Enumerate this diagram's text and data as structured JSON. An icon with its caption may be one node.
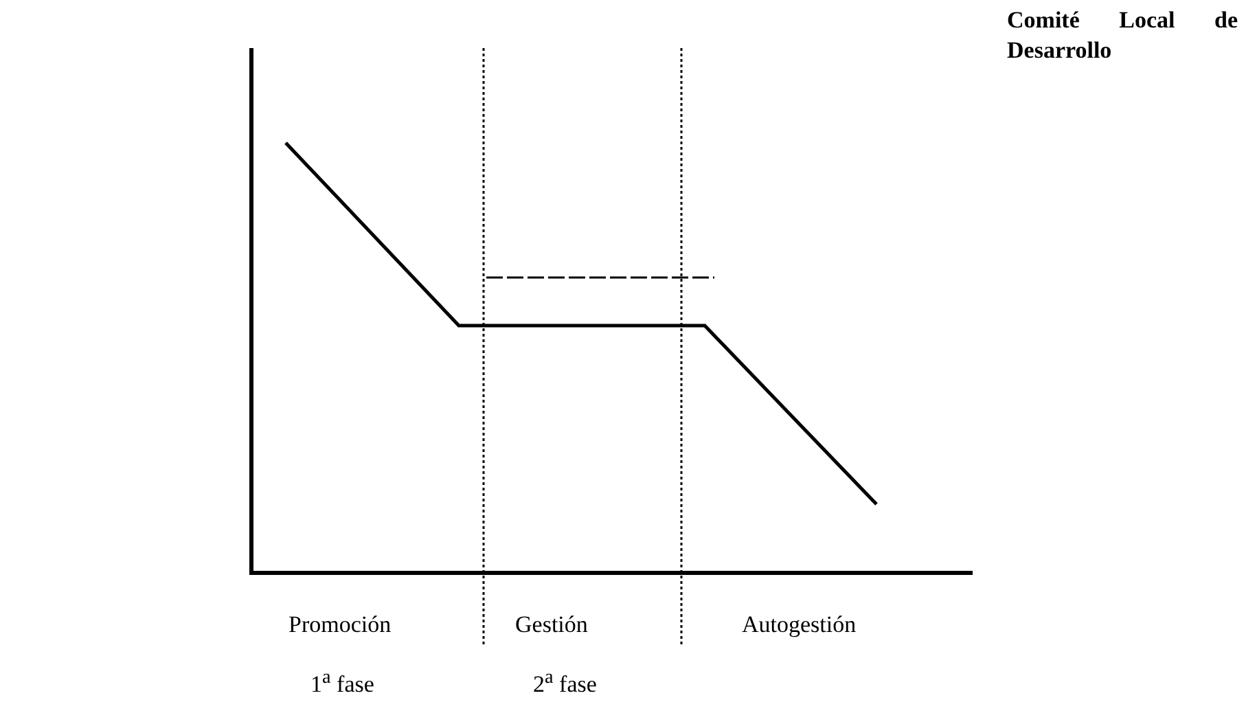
{
  "diagram": {
    "labels": [
      "Comité Local de Desarrollo",
      "Promoción",
      "Gestión",
      "Autogestión",
      "1$^{a}$ fase",
      "2$^{a}$ fase"
    ]
  }
}
